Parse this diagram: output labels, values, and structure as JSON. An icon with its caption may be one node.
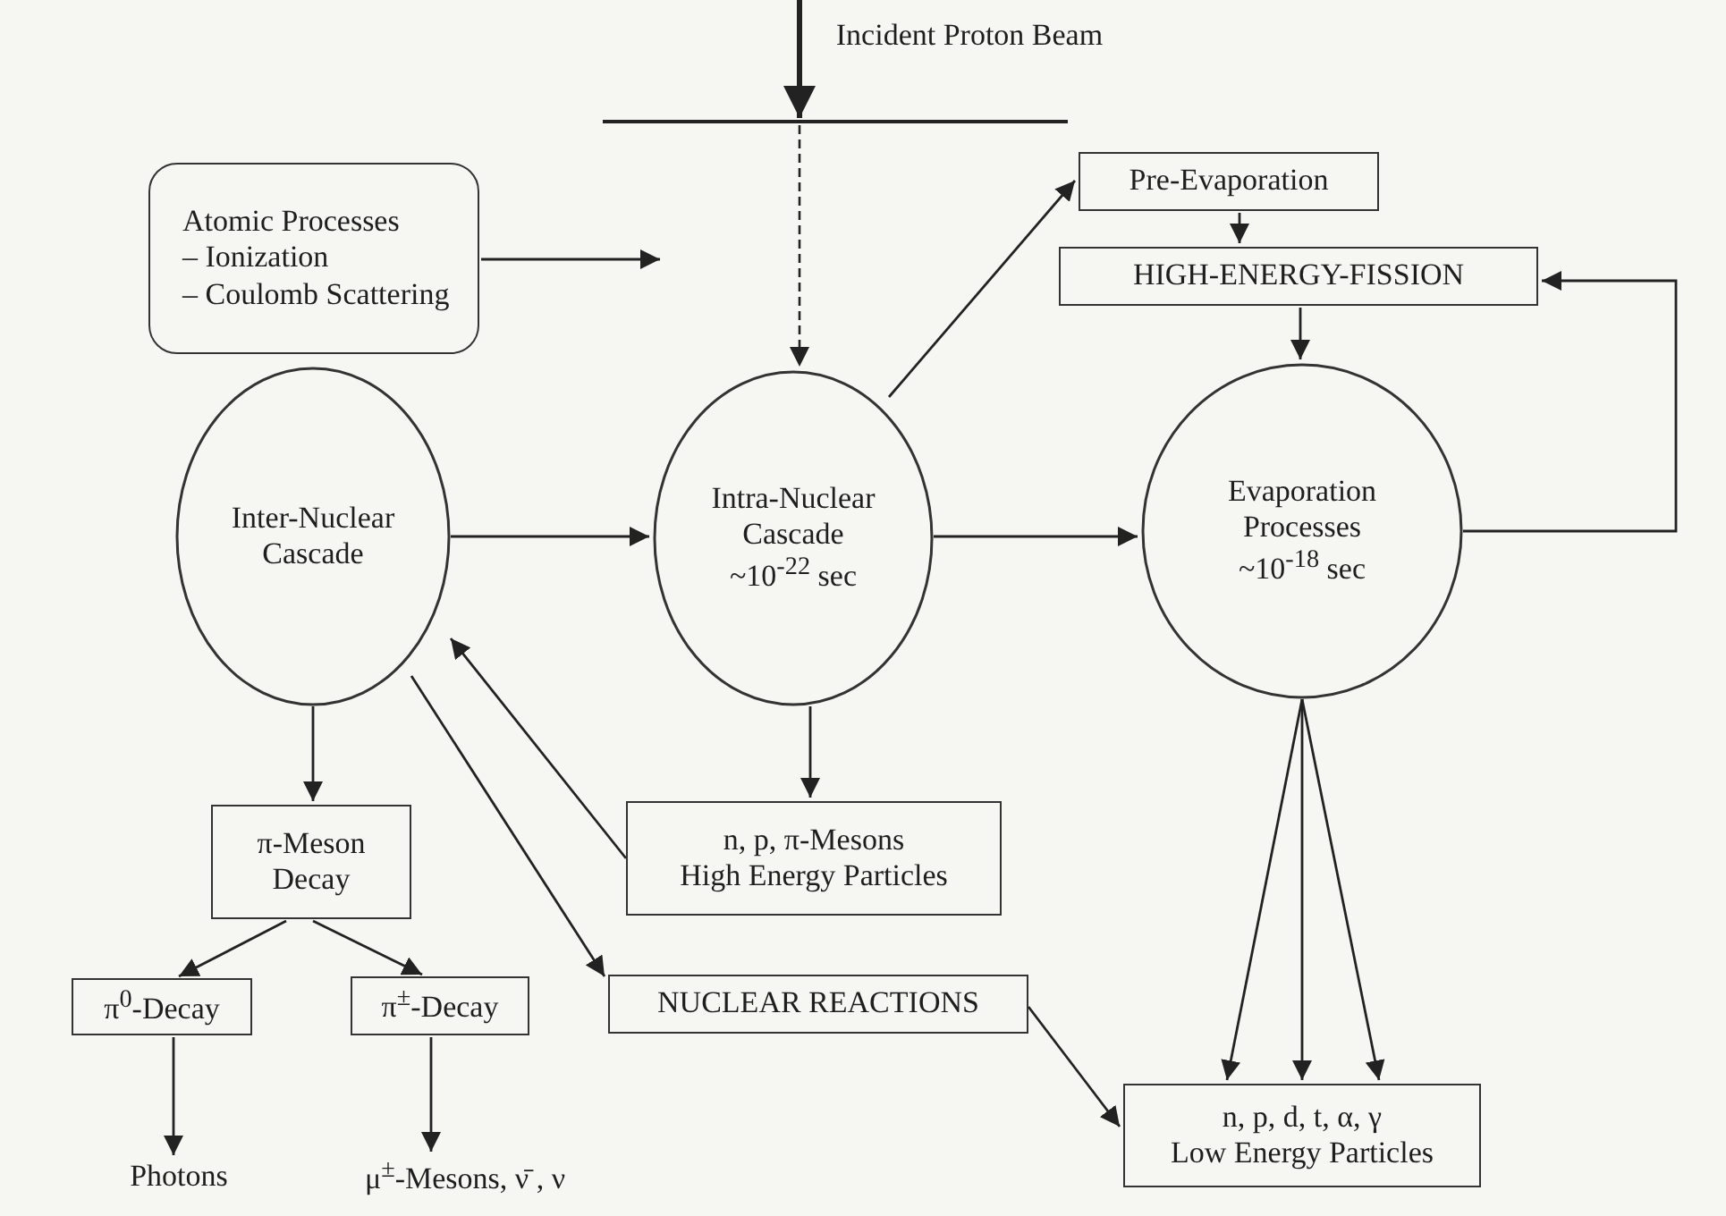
{
  "diagram": {
    "nodes": [
      {
        "text": [
          "Incident Proton Beam"
        ]
      },
      {
        "text": [],
        "shape": "bar"
      },
      {
        "text": [
          "Atomic Processes",
          "– Ionization",
          "– Coulomb Scattering"
        ]
      },
      {
        "text": [
          "Inter-Nuclear Cascade"
        ]
      },
      {
        "text": [
          "Intra-Nuclear Cascade",
          "~10$^{-22}$ sec"
        ]
      },
      {
        "text": [
          "Pre-Evaporation"
        ]
      },
      {
        "text": [
          "HIGH-ENERGY-FISSION"
        ]
      },
      {
        "text": [
          "Evaporation Processes",
          "~10$^{-18}$ sec"
        ]
      },
      {
        "text": [
          "π-Meson Decay"
        ]
      },
      {
        "text": [
          "n, p, π-Mesons",
          "High Energy Particles"
        ]
      },
      {
        "text": [
          "π$^{0}$-Decay"
        ]
      },
      {
        "text": [
          "π$^{±}$-Decay"
        ]
      },
      {
        "text": [
          "NUCLEAR REACTIONS"
        ]
      },
      {
        "text": [
          "Photons"
        ]
      },
      {
        "text": [
          "μ$^{±}$-Mesons, ν̄ , ν"
        ]
      },
      {
        "text": [
          "n, p, d, t, α, γ",
          "Low Energy Particles"
        ]
      }
    ],
    "edges": [
      {
        "from": 0,
        "to": 1,
        "arrow": "to",
        "style": "thick"
      },
      {
        "from": 1,
        "to": 4,
        "arrow": "to",
        "style": "dashed"
      },
      {
        "from": 2,
        "to": null,
        "arrow": "to"
      },
      {
        "from": 3,
        "to": 4,
        "arrow": "to"
      },
      {
        "from": 4,
        "to": 5,
        "arrow": "to"
      },
      {
        "from": 5,
        "to": 6,
        "arrow": "to"
      },
      {
        "from": 6,
        "to": 7,
        "arrow": "to"
      },
      {
        "from": 7,
        "to": 6,
        "arrow": "to"
      },
      {
        "from": 4,
        "to": 7,
        "arrow": "to"
      },
      {
        "from": 3,
        "to": 8,
        "arrow": "to"
      },
      {
        "from": 4,
        "to": 9,
        "arrow": "to"
      },
      {
        "from": 9,
        "to": 3,
        "arrow": "to"
      },
      {
        "from": 3,
        "to": 12,
        "arrow": "to"
      },
      {
        "from": 8,
        "to": 10,
        "arrow": "to"
      },
      {
        "from": 8,
        "to": 11,
        "arrow": "to"
      },
      {
        "from": 10,
        "to": 13,
        "arrow": "to"
      },
      {
        "from": 11,
        "to": 14,
        "arrow": "to"
      },
      {
        "from": 7,
        "to": 15,
        "arrow": "to"
      },
      {
        "from": 7,
        "to": 15,
        "arrow": "to"
      },
      {
        "from": 7,
        "to": 15,
        "arrow": "to"
      },
      {
        "from": 12,
        "to": 15,
        "arrow": "to"
      }
    ]
  }
}
